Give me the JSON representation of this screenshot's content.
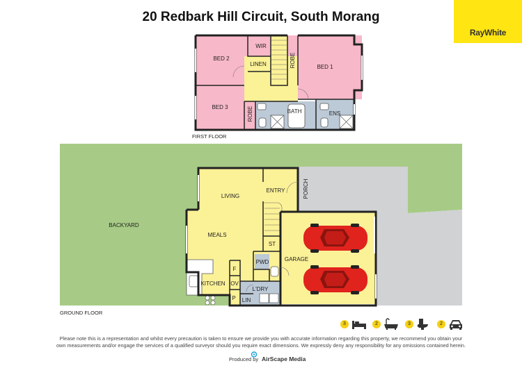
{
  "title": "20 Redbark Hill Circuit, South Morang",
  "logo_text": "RayWhite",
  "colors": {
    "bedroom": "#f7b8c9",
    "wet_area": "#bcc9d6",
    "living": "#fbf197",
    "yard": "#a7cb86",
    "driveway": "#d0d2d4",
    "garage": "#fbf197",
    "car": "#e0231c",
    "brand_yellow": "#ffe512"
  },
  "first_floor": {
    "label": "FIRST FLOOR",
    "rooms": {
      "bed2": "BED 2",
      "wir": "WIR",
      "linen": "LINEN",
      "robe1": "ROBE",
      "bed1": "BED 1",
      "bed3": "BED 3",
      "robe2": "ROBE",
      "bath": "BATH",
      "ens": "ENS"
    }
  },
  "ground_floor": {
    "label": "GROUND FLOOR",
    "rooms": {
      "backyard": "BACKYARD",
      "living": "LIVING",
      "entry": "ENTRY",
      "porch": "PORCH",
      "meals": "MEALS",
      "st": "ST",
      "pwd": "PWD",
      "garage": "GARAGE",
      "kitchen": "KITCHEN",
      "f": "F",
      "ov": "OV",
      "p": "P",
      "lin": "LIN",
      "ldry": "L'DRY"
    }
  },
  "features": [
    {
      "count": "3",
      "icon": "bed-icon"
    },
    {
      "count": "2",
      "icon": "bathtub-icon"
    },
    {
      "count": "3",
      "icon": "toilet-icon"
    },
    {
      "count": "2",
      "icon": "car-icon"
    }
  ],
  "disclaimer": "Please note this is a representation and whilst every precaution is taken to ensure we provide you with accurate information regarding this property, we recommend you obtain your own measurements and/or engage the services of a qualified surveyor should you require exact dimensions. We expressly deny any responsibility for any omissions contained herein.",
  "producer": {
    "label": "Produced by",
    "brand": "AirScape Media"
  }
}
